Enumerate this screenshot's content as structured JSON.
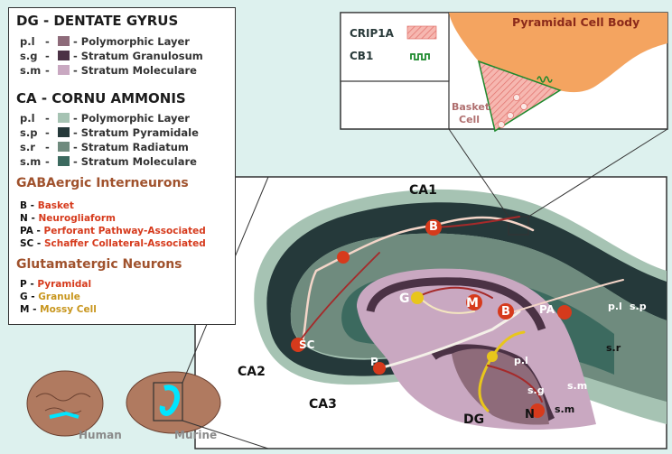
{
  "legend": {
    "dg_title": "DG - DENTATE GYRUS",
    "dg_layers": [
      {
        "abbr": "p.l",
        "name": "- Polymorphic Layer",
        "color": "#8e6b7a"
      },
      {
        "abbr": "s.g",
        "name": "- Stratum Granulosum",
        "color": "#4b3245"
      },
      {
        "abbr": "s.m",
        "name": "- Stratum Moleculare",
        "color": "#c9a8c1"
      }
    ],
    "ca_title": "CA - CORNU AMMONIS",
    "ca_layers": [
      {
        "abbr": "p.l",
        "name": "- Polymorphic Layer",
        "color": "#a6c3b3"
      },
      {
        "abbr": "s.p",
        "name": "- Stratum Pyramidale",
        "color": "#25393a"
      },
      {
        "abbr": "s.r",
        "name": "- Stratum Radiatum",
        "color": "#6f8b7e"
      },
      {
        "abbr": "s.m",
        "name": "- Stratum Moleculare",
        "color": "#3c6a5f"
      }
    ],
    "gaba_title": "GABAergic Interneurons",
    "gaba": [
      {
        "abbr": "B -",
        "name": "Basket"
      },
      {
        "abbr": "N -",
        "name": "Neurogliaform"
      },
      {
        "abbr": "PA -",
        "name": "Perforant Pathway-Associated"
      },
      {
        "abbr": "SC -",
        "name": "Schaffer Collateral-Associated"
      }
    ],
    "glut_title": "Glutamatergic Neurons",
    "glut": [
      {
        "abbr": "P -",
        "name": "Pyramidal"
      },
      {
        "abbr": "G -",
        "name": "Granule"
      },
      {
        "abbr": "M -",
        "name": "Mossy Cell"
      }
    ]
  },
  "inset": {
    "crip_label": "CRIP1A",
    "cb1_label": "CB1",
    "pyramidal_label": "Pyramidal Cell Body",
    "basket_label_1": "Basket",
    "basket_label_2": "Cell"
  },
  "regions": {
    "ca1": "CA1",
    "ca2": "CA2",
    "ca3": "CA3",
    "dg": "DG"
  },
  "cells": {
    "b_top": "B",
    "sc": "SC",
    "p": "P",
    "g": "G",
    "m": "M",
    "b_mid": "B",
    "pa": "PA",
    "n": "N"
  },
  "layers": {
    "pl_ca": "p.l",
    "sp": "s.p",
    "sr": "s.r",
    "sm_ca": "s.m",
    "pl_dg": "p.l",
    "sg": "s.g",
    "sm_dg": "s.m"
  },
  "brains": {
    "human": "Human",
    "murine": "Murine"
  },
  "colors": {
    "background": "#ddf1ee",
    "ca_outer": "#a6c3b3",
    "ca_pyramidale": "#25393a",
    "ca_radiatum": "#6f8b7e",
    "dg_molecular": "#c9a8c1",
    "dg_polymorphic": "#8e6b7a",
    "pyramidal_body": "#f4a460",
    "crip": "#f3a09a",
    "cb1": "#1e8a2e",
    "gaba": "#d63a1c",
    "granule": "#e8c61c"
  }
}
